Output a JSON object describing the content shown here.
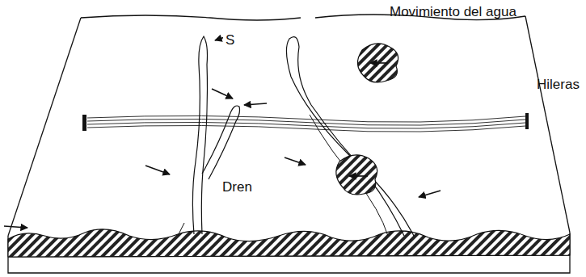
{
  "diagram": {
    "labels": [
      "Movimiento del agua",
      "S",
      "Hileras",
      "Dren"
    ]
  }
}
